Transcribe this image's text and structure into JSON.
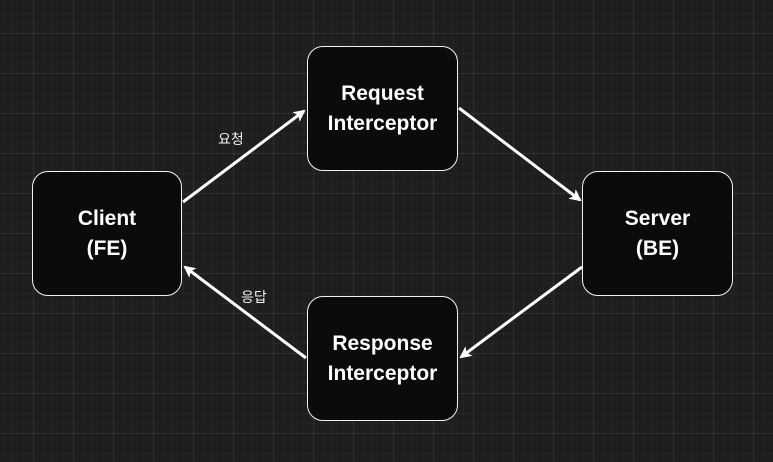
{
  "colors": {
    "background": "#1e1e1e",
    "node_fill": "#0b0b0b",
    "node_border": "#f2f2f2",
    "arrow": "#ffffff",
    "text": "#ffffff"
  },
  "nodes": {
    "client": {
      "line1": "Client",
      "line2": "(FE)"
    },
    "request_interceptor": {
      "line1": "Request",
      "line2": "Interceptor"
    },
    "server": {
      "line1": "Server",
      "line2": "(BE)"
    },
    "response_interceptor": {
      "line1": "Response",
      "line2": "Interceptor"
    }
  },
  "edges": {
    "request_label": "요청",
    "response_label": "응답"
  }
}
